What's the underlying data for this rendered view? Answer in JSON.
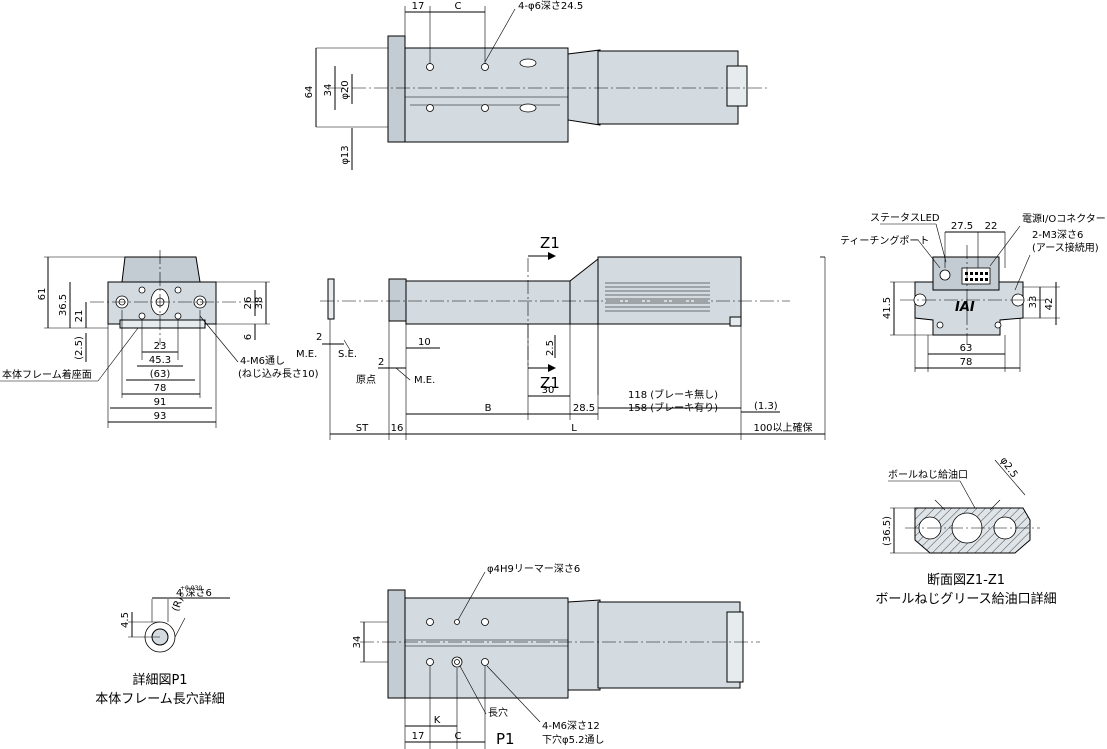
{
  "top_view": {
    "dim_17": "17",
    "dim_c": "C",
    "hole_note": "4-φ6深さ24.5",
    "dim_64": "64",
    "dim_34": "34",
    "dim_phi20": "φ20",
    "dim_phi13": "φ13"
  },
  "front_view": {
    "dim_61": "61",
    "dim_36_5": "36.5",
    "dim_21": "21",
    "dim_2_5p": "(2.5)",
    "dim_26": "26",
    "dim_38": "38",
    "dim_6": "6",
    "dim_23": "23",
    "dim_45_3": "45.3",
    "dim_63p": "(63)",
    "dim_78": "78",
    "dim_91": "91",
    "dim_93": "93",
    "label_mount": "本体フレーム着座面",
    "note_m6": "4-M6通し",
    "note_m6_2": "(ねじ込み長さ10)"
  },
  "side_view": {
    "section_z1": "Z1",
    "section_z1b": "Z1",
    "dim_2a": "2",
    "dim_2b": "2",
    "me_1": "M.E.",
    "se": "S.E.",
    "me_2": "M.E.",
    "origin": "原点",
    "dim_10": "10",
    "dim_2_5": "2.5",
    "dim_30": "30",
    "dim_118": "118 (ブレーキ無し)",
    "dim_158": "158 (ブレーキ有り)",
    "dim_1_3": "(1.3)",
    "dim_b": "B",
    "dim_28_5": "28.5",
    "dim_st": "ST",
    "dim_16": "16",
    "dim_l": "L",
    "dim_100": "100以上確保"
  },
  "end_view": {
    "status_led": "ステータスLED",
    "dim_27_5": "27.5",
    "dim_22": "22",
    "power_io": "電源I/Oコネクター",
    "teaching_port": "ティーチングポート",
    "m3_note": "2-M3深さ6",
    "m3_note2": "(アース接続用)",
    "dim_41_5": "41.5",
    "dim_33": "33",
    "dim_42": "42",
    "dim_63": "63",
    "dim_78": "78",
    "brand": "IAI"
  },
  "section": {
    "grease_port": "ボールねじ給油口",
    "dim_phi2_5": "φ2.5",
    "dim_36_5p": "(36.5)",
    "title_1": "断面図Z1-Z1",
    "title_2": "ボールねじグリース給油口詳細"
  },
  "bottom_view": {
    "reamer_note": "φ4H9リーマー深さ6",
    "dim_34": "34",
    "slot": "長穴",
    "m6_note": "4-M6深さ12",
    "m6_note2": "下穴φ5.2通し",
    "dim_k": "K",
    "dim_17": "17",
    "dim_c": "C",
    "p1": "P1"
  },
  "detail_p1": {
    "note": "4  深さ6",
    "tol_upper": "+0.030",
    "tol_lower": "0",
    "dim_4_5": "4.5",
    "radius": "(R)",
    "title_1": "詳細図P1",
    "title_2": "本体フレーム長穴詳細"
  }
}
